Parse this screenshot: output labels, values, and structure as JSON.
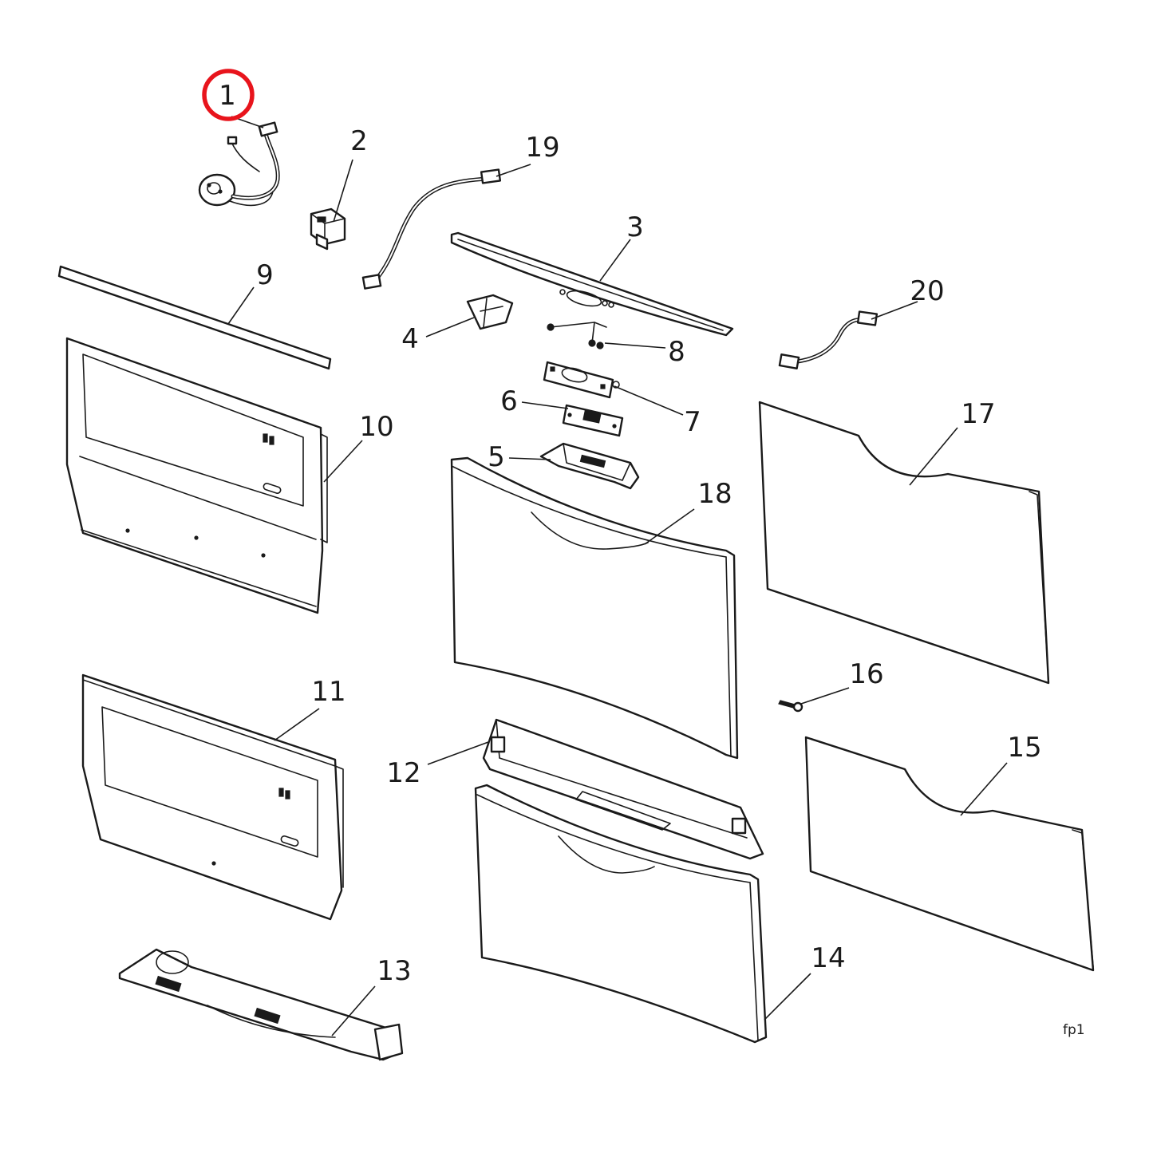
{
  "callouts": [
    {
      "id": "c1",
      "label": "1"
    },
    {
      "id": "c2",
      "label": "2"
    },
    {
      "id": "c3",
      "label": "3"
    },
    {
      "id": "c4",
      "label": "4"
    },
    {
      "id": "c5",
      "label": "5"
    },
    {
      "id": "c6",
      "label": "6"
    },
    {
      "id": "c7",
      "label": "7"
    },
    {
      "id": "c8",
      "label": "8"
    },
    {
      "id": "c9",
      "label": "9"
    },
    {
      "id": "c10",
      "label": "10"
    },
    {
      "id": "c11",
      "label": "11"
    },
    {
      "id": "c12",
      "label": "12"
    },
    {
      "id": "c13",
      "label": "13"
    },
    {
      "id": "c14",
      "label": "14"
    },
    {
      "id": "c15",
      "label": "15"
    },
    {
      "id": "c16",
      "label": "16"
    },
    {
      "id": "c17",
      "label": "17"
    },
    {
      "id": "c18",
      "label": "18"
    },
    {
      "id": "c19",
      "label": "19"
    },
    {
      "id": "c20",
      "label": "20"
    }
  ],
  "highlighted_callout": "1",
  "highlight_color": "#e8141c",
  "line_color": "#1a1a1a",
  "figure_ref": "fp1"
}
